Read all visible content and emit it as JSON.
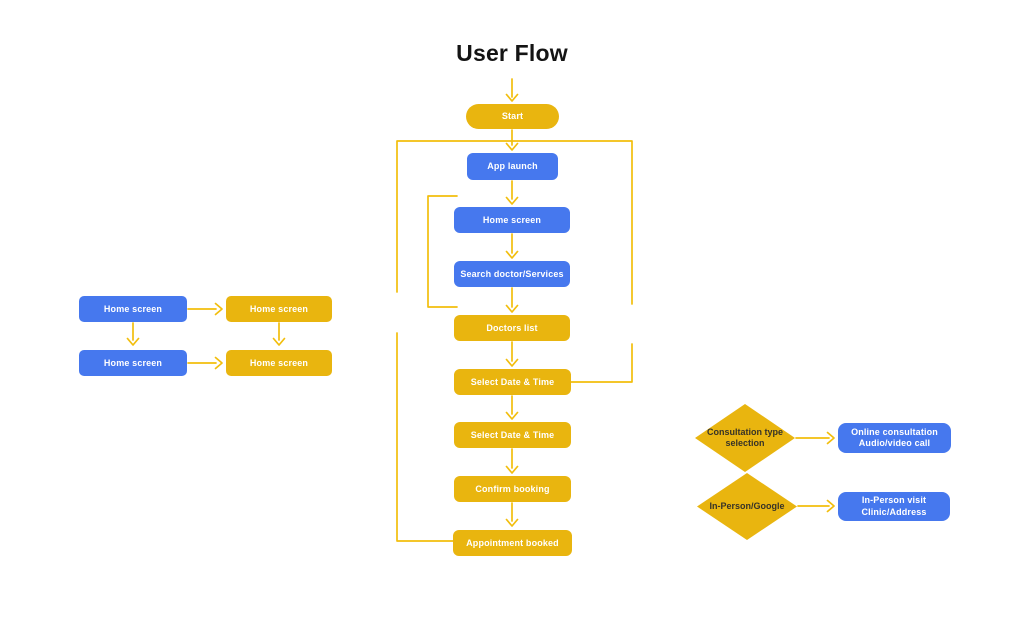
{
  "title": "User Flow",
  "colors": {
    "node_blue": "#4678EE",
    "node_yellow": "#E9B50F",
    "connector_yellow": "#F2BE0D",
    "node_text": "#FFFFFF",
    "decision_text": "#363328",
    "title_text": "#141414"
  },
  "main_flow": {
    "nodes": [
      {
        "label": "Start"
      },
      {
        "label": "App launch"
      },
      {
        "label": "Home screen"
      },
      {
        "label": "Search doctor/Services"
      },
      {
        "label": "Doctors list"
      },
      {
        "label": "Select Date & Time"
      },
      {
        "label": "Select Date & Time"
      },
      {
        "label": "Confirm booking"
      },
      {
        "label": "Appointment booked"
      }
    ]
  },
  "left_cluster": {
    "nodes": [
      {
        "label": "Home screen"
      },
      {
        "label": "Home screen"
      },
      {
        "label": "Home screen"
      },
      {
        "label": "Home screen"
      }
    ]
  },
  "right_cluster": {
    "decisions": [
      {
        "label": "Consultation type selection"
      },
      {
        "label": "In-Person/Google"
      }
    ],
    "outcomes": [
      {
        "line1": "Online consultation",
        "line2": "Audio/video call"
      },
      {
        "line1": "In-Person visit",
        "line2": "Clinic/Address"
      }
    ]
  }
}
